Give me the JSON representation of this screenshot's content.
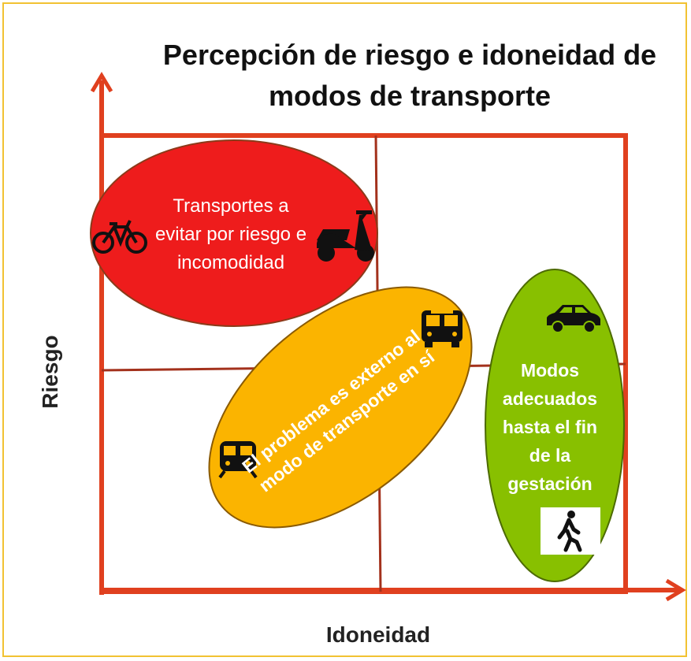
{
  "diagram": {
    "title": "Percepción de riesgo e idoneidad de modos de transporte",
    "y_axis_label": "Riesgo",
    "x_axis_label": "Idoneidad",
    "colors": {
      "frame": "#f2c232",
      "axis": "#e0401f",
      "grid": "#a3311c",
      "red_blob": "#ee1c1c",
      "orange_blob": "#fbb400",
      "green_blob": "#88c000",
      "blob_border": "#8a5a00"
    },
    "regions": [
      {
        "text": "Transportes a evitar por riesgo e incomodidad",
        "icons": [
          "bicycle-icon",
          "scooter-icon"
        ]
      },
      {
        "text": "El problema es externo al modo de transporte en sí",
        "icons": [
          "bus-icon",
          "train-icon"
        ]
      },
      {
        "text": "Modos adecuados hasta el fin de la gestación",
        "icons": [
          "car-icon",
          "pedestrian-icon"
        ]
      }
    ]
  }
}
